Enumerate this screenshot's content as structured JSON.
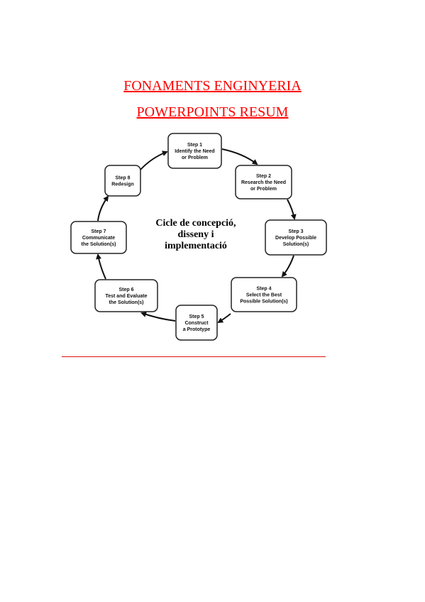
{
  "document": {
    "title_line1": "FONAMENTS ENGINYERIA",
    "title_line2": "POWERPOINTS RESUM",
    "accent_color": "#ff0000"
  },
  "diagram": {
    "center_lines": [
      "Cicle de concepció,",
      "disseny i",
      "implementació"
    ],
    "steps": [
      {
        "lines": [
          "Step 1",
          "Identify the Need",
          "or Problem"
        ]
      },
      {
        "lines": [
          "Step 2",
          "Research the Need",
          "or Problem"
        ]
      },
      {
        "lines": [
          "Step 3",
          "Develop Possible",
          "Solution(s)"
        ]
      },
      {
        "lines": [
          "Step 4",
          "Select the Best",
          "Possible Solution(s)"
        ]
      },
      {
        "lines": [
          "Step 5",
          "Construct",
          "a Prototype"
        ]
      },
      {
        "lines": [
          "Step 6",
          "Test and Evaluate",
          "the Solution(s)"
        ]
      },
      {
        "lines": [
          "Step 7",
          "Communicate",
          "the Solution(s)"
        ]
      },
      {
        "lines": [
          "Step 8",
          "Redesign"
        ]
      }
    ]
  }
}
